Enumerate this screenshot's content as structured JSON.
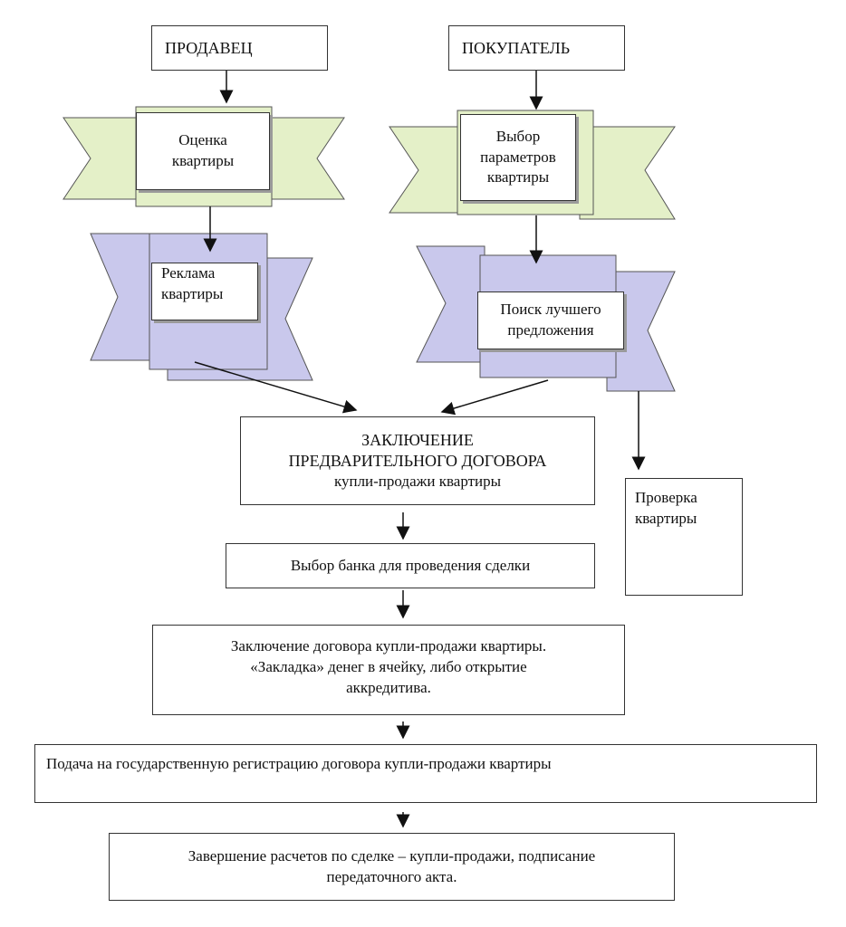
{
  "seller": {
    "label": "ПРОДАВЕЦ"
  },
  "buyer": {
    "label": "ПОКУПАТЕЛЬ"
  },
  "seller_steps": {
    "evaluation": [
      "Оценка",
      "квартиры"
    ],
    "advertising": [
      "Реклама",
      "квартиры"
    ]
  },
  "buyer_steps": {
    "parameters": [
      "Выбор",
      "параметров",
      "квартиры"
    ],
    "search": [
      "Поиск лучшего",
      "предложения"
    ],
    "inspection": [
      "Проверка",
      "квартиры"
    ]
  },
  "flow": {
    "preliminary_contract": {
      "line1": "ЗАКЛЮЧЕНИЕ",
      "line2": "ПРЕДВАРИТЕЛЬНОГО ДОГОВОРА",
      "line3": "купли-продажи квартиры"
    },
    "bank_choice": "Выбор банка для проведения сделки",
    "contract": [
      "Заключение договора купли-продажи квартиры.",
      "«Закладка» денег в ячейку, либо открытие",
      "аккредитива."
    ],
    "registration": "Подача на государственную регистрацию договора купли-продажи квартиры",
    "completion": [
      "Завершение расчетов по сделке – купли-продажи, подписание",
      "передаточного акта."
    ]
  },
  "colors": {
    "green_ribbon": "#e4f0c8",
    "purple_ribbon": "#c9c8ec",
    "border": "#333333"
  }
}
